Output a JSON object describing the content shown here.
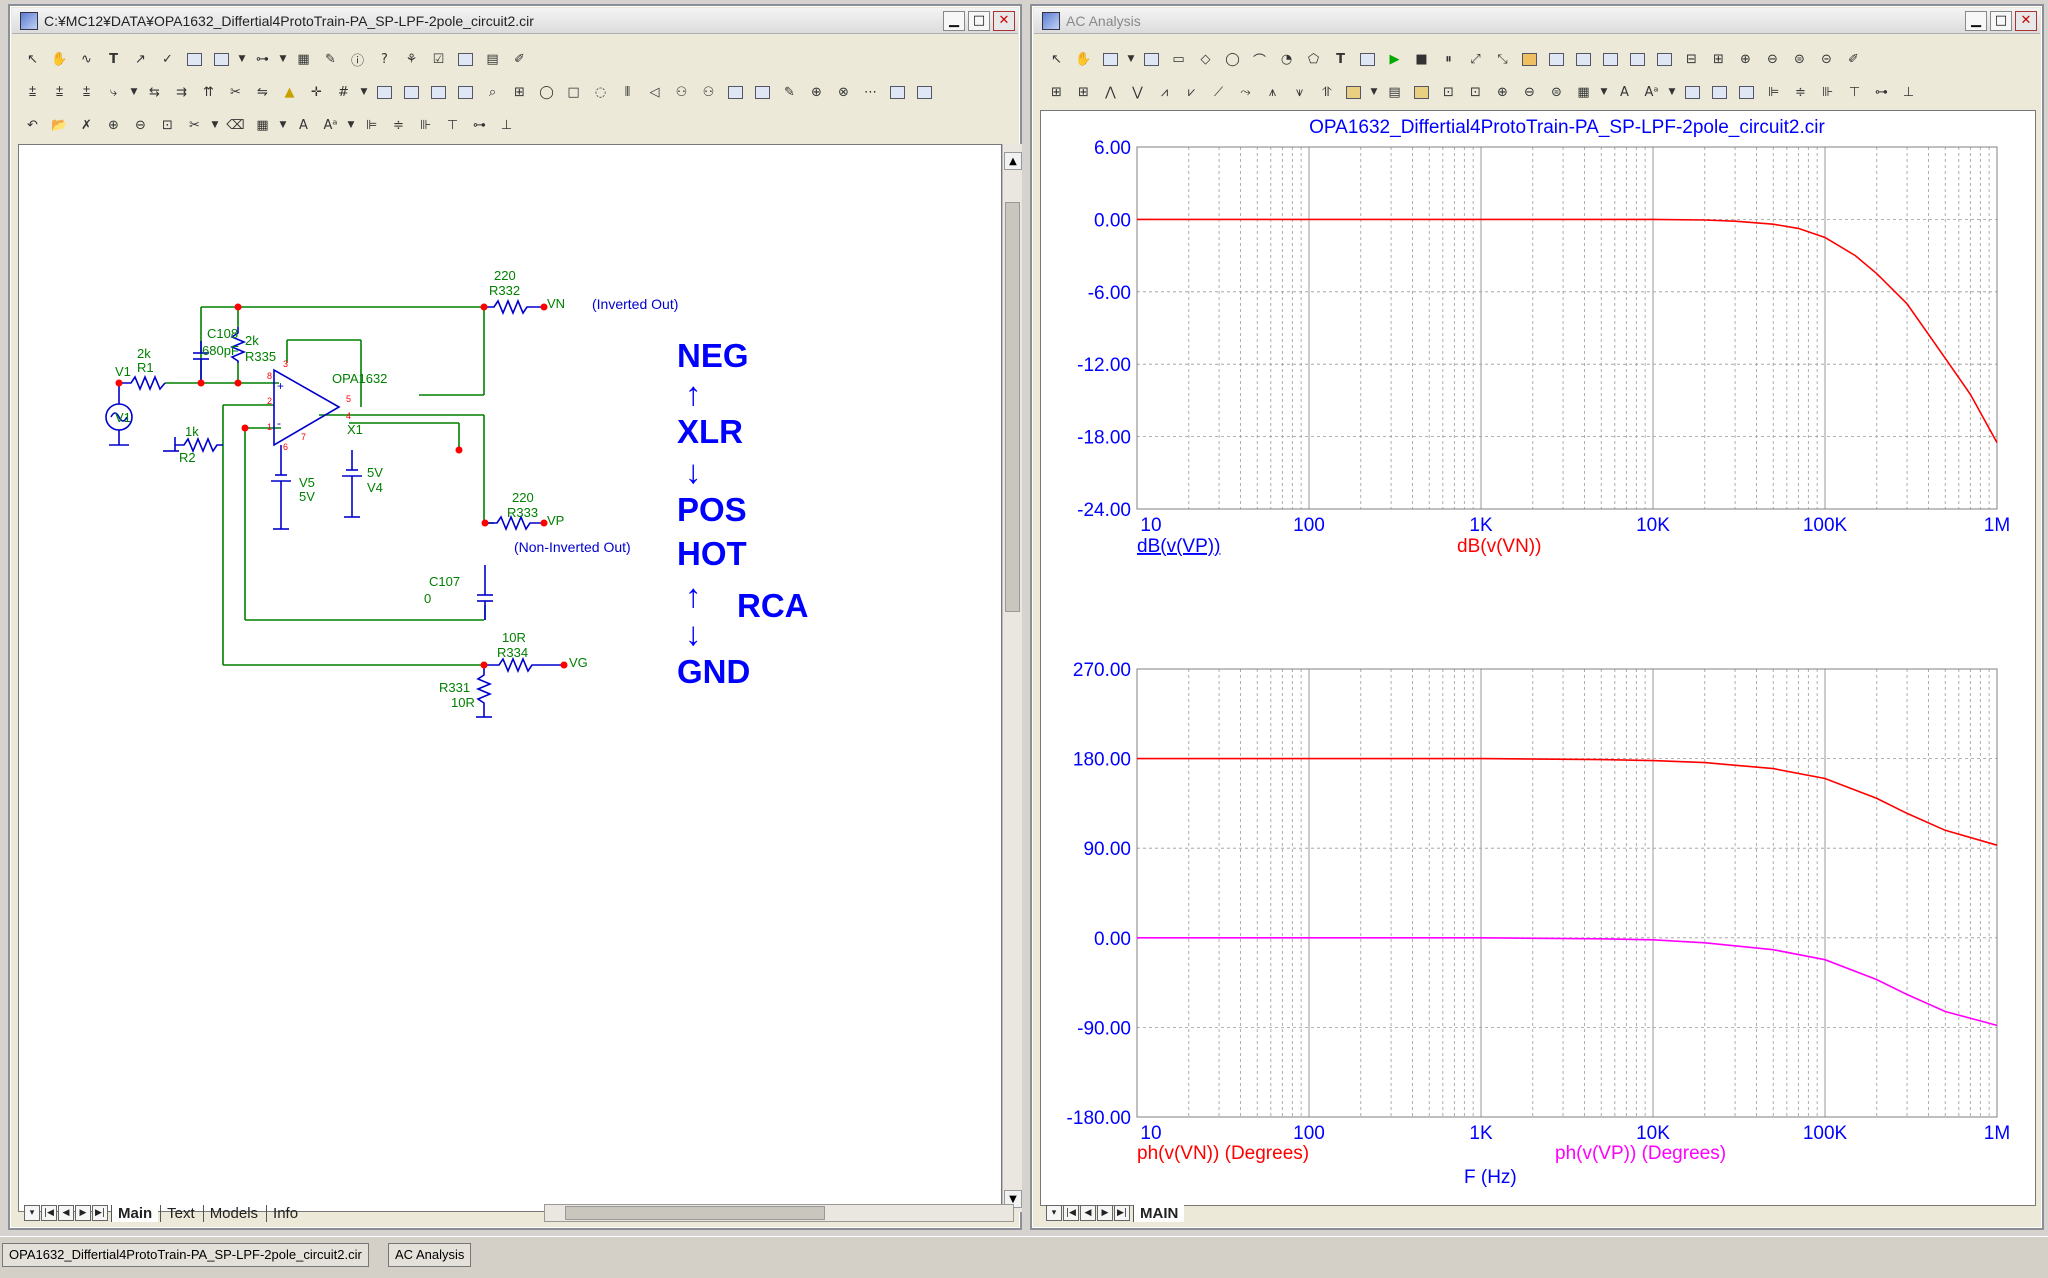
{
  "schematic_window": {
    "title": "C:¥MC12¥DATA¥OPA1632_Differtial4ProtoTrain-PA_SP-LPF-2pole_circuit2.cir",
    "tabs": [
      "Main",
      "Text",
      "Models",
      "Info"
    ],
    "active_tab": "Main",
    "components": {
      "r332_value": "220",
      "r332_name": "R332",
      "vn_label": "VN",
      "inverted_out": "(Inverted Out)",
      "c108_name": "C108",
      "c108_value": "680pF",
      "r335_value": "2k",
      "r335_name": "R335",
      "r1_value": "2k",
      "r1_name": "R1",
      "v1_node": "V1",
      "v1_name": "V1",
      "opamp_name": "OPA1632",
      "x1_name": "X1",
      "r2_value": "1k",
      "r2_name": "R2",
      "v4_value": "5V",
      "v4_name": "V4",
      "v5_name": "V5",
      "v5_value": "5V",
      "r333_value": "220",
      "r333_name": "R333",
      "vp_label": "VP",
      "non_inverted_out": "(Non-Inverted Out)",
      "c107_name": "C107",
      "c107_value": "0",
      "r334_value": "10R",
      "r334_name": "R334",
      "vg_label": "VG",
      "r331_name": "R331",
      "r331_value": "10R",
      "pin8": "8",
      "pin2": "2",
      "pin1": "1",
      "pin3": "3",
      "pin5": "5",
      "pin4": "4",
      "pin6": "6",
      "pin7": "7",
      "plus": "+",
      "minus": "-"
    },
    "notes": {
      "neg": "NEG",
      "up_arrow": "↑",
      "xlr": "XLR",
      "down_arrow": "↓",
      "pos": "POS",
      "hot": "HOT",
      "up_arrow2": "↑",
      "rca": "RCA",
      "down_arrow2": "↓",
      "gnd": "GND"
    }
  },
  "analysis_window": {
    "title": "AC Analysis",
    "tabs": [
      "MAIN"
    ],
    "active_tab": "MAIN"
  },
  "taskbar": {
    "items": [
      "OPA1632_Differtial4ProtoTrain-PA_SP-LPF-2pole_circuit2.cir",
      "AC Analysis"
    ]
  },
  "colors": {
    "wire": "#008000",
    "component": "#0000cd",
    "text_blue": "#0000ff",
    "label_green": "#008000",
    "node": "#ff0000",
    "trace_red": "#ff0000",
    "trace_magenta": "#ff00ff",
    "grid": "#9a9a9a"
  },
  "chart_data": [
    {
      "type": "line",
      "title": "OPA1632_Differtial4ProtoTrain-PA_SP-LPF-2pole_circuit2.cir",
      "x_scale": "log",
      "xlim": [
        10,
        1000000
      ],
      "ylim": [
        -24,
        6
      ],
      "x_tick_labels": [
        "10",
        "100",
        "1K",
        "10K",
        "100K",
        "1M"
      ],
      "y_tick_labels": [
        "6.00",
        "0.00",
        "-6.00",
        "-12.00",
        "-18.00",
        "-24.00"
      ],
      "legend": [
        "dB(v(VP))",
        "dB(v(VN))"
      ],
      "series": [
        {
          "name": "dB(v(VN))",
          "color": "#ff0000",
          "x": [
            10,
            100,
            1000,
            10000,
            20000,
            30000,
            50000,
            70000,
            100000,
            150000,
            200000,
            300000,
            500000,
            700000,
            1000000
          ],
          "y": [
            0,
            0,
            0,
            0,
            -0.05,
            -0.15,
            -0.4,
            -0.75,
            -1.5,
            -3.0,
            -4.5,
            -7.0,
            -11.5,
            -14.5,
            -18.5
          ]
        }
      ]
    },
    {
      "type": "line",
      "x_scale": "log",
      "xlim": [
        10,
        1000000
      ],
      "ylim": [
        -180,
        270
      ],
      "x_tick_labels": [
        "10",
        "100",
        "1K",
        "10K",
        "100K",
        "1M"
      ],
      "y_tick_labels": [
        "270.00",
        "180.00",
        "90.00",
        "0.00",
        "-90.00",
        "-180.00"
      ],
      "xlabel": "F (Hz)",
      "legend": [
        "ph(v(VN)) (Degrees)",
        "ph(v(VP)) (Degrees)"
      ],
      "series": [
        {
          "name": "ph(v(VN)) (Degrees)",
          "color": "#ff0000",
          "x": [
            10,
            100,
            1000,
            5000,
            10000,
            20000,
            50000,
            100000,
            200000,
            300000,
            500000,
            1000000
          ],
          "y": [
            180,
            180,
            180,
            179,
            178,
            176,
            170,
            160,
            140,
            125,
            108,
            93
          ]
        },
        {
          "name": "ph(v(VP)) (Degrees)",
          "color": "#ff00ff",
          "x": [
            10,
            100,
            1000,
            5000,
            10000,
            20000,
            50000,
            100000,
            200000,
            300000,
            500000,
            1000000
          ],
          "y": [
            0,
            0,
            0,
            -1,
            -2,
            -5,
            -12,
            -22,
            -42,
            -57,
            -74,
            -88
          ]
        }
      ]
    }
  ]
}
